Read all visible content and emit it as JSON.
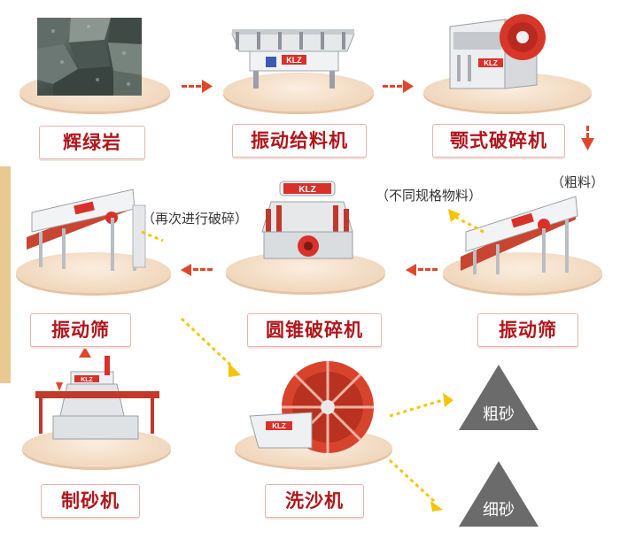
{
  "nodes": {
    "rock": "辉绿岩",
    "feeder": "振动给料机",
    "jaw_crusher": "颚式破碎机",
    "screen_left": "振动筛",
    "cone_crusher": "圆锥破碎机",
    "screen_right": "振动筛",
    "sand_maker": "制砂机",
    "sand_washer": "洗沙机",
    "coarse_sand": "粗砂",
    "fine_sand": "细砂"
  },
  "notes": {
    "coarse_material": "（粗料）",
    "mixed_material": "（不同规格物料）",
    "recrush": "（再次进行破碎）"
  },
  "brand": "KLZ",
  "colors": {
    "accent_red": "#e0462a",
    "label_red": "#b1161b",
    "arrow_yellow": "#f6b400",
    "triangle_gray": "#6b6b6b"
  }
}
